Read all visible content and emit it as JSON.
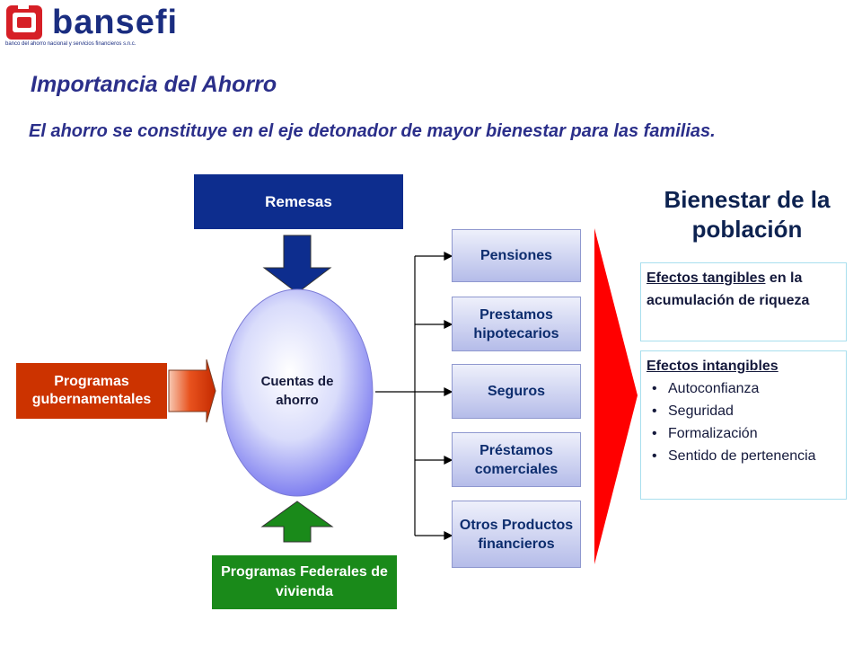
{
  "logo": {
    "name": "bansefi",
    "subtitle": "banco del ahorro nacional y servicios financieros s.n.c.",
    "color": "#1a2d80",
    "accent": "#d61f26"
  },
  "header": {
    "title": "Importancia del Ahorro",
    "subtitle": "El ahorro se constituye en el eje detonador de mayor bienestar para las familias."
  },
  "diagram": {
    "remesas": "Remesas",
    "programas_gubernamentales": "Programas gubernamentales",
    "programas_federales": "Programas Federales de vivienda",
    "cuentas": "Cuentas de ahorro",
    "products": [
      "Pensiones",
      "Prestamos hipotecarios",
      "Seguros",
      "Préstamos comerciales",
      "Otros Productos financieros"
    ],
    "bienestar": "Bienestar de la población",
    "tangible": {
      "underlined": "Efectos tangibles",
      "rest": " en la acumulación de riqueza"
    },
    "intangible": {
      "heading": "Efectos intangibles",
      "bullet_symbol": "•",
      "items": [
        "Autoconfianza",
        "Seguridad",
        "Formalización",
        "Sentido de pertenencia"
      ]
    },
    "colors": {
      "remesas": "#0d2d8e",
      "programas_gubernamentales": "#cc3300",
      "programas_federales": "#1a8a1a",
      "funnel": "#ff0000",
      "arrow_blue": "#0d2d8e",
      "arrow_green": "#1a8a1a"
    }
  }
}
